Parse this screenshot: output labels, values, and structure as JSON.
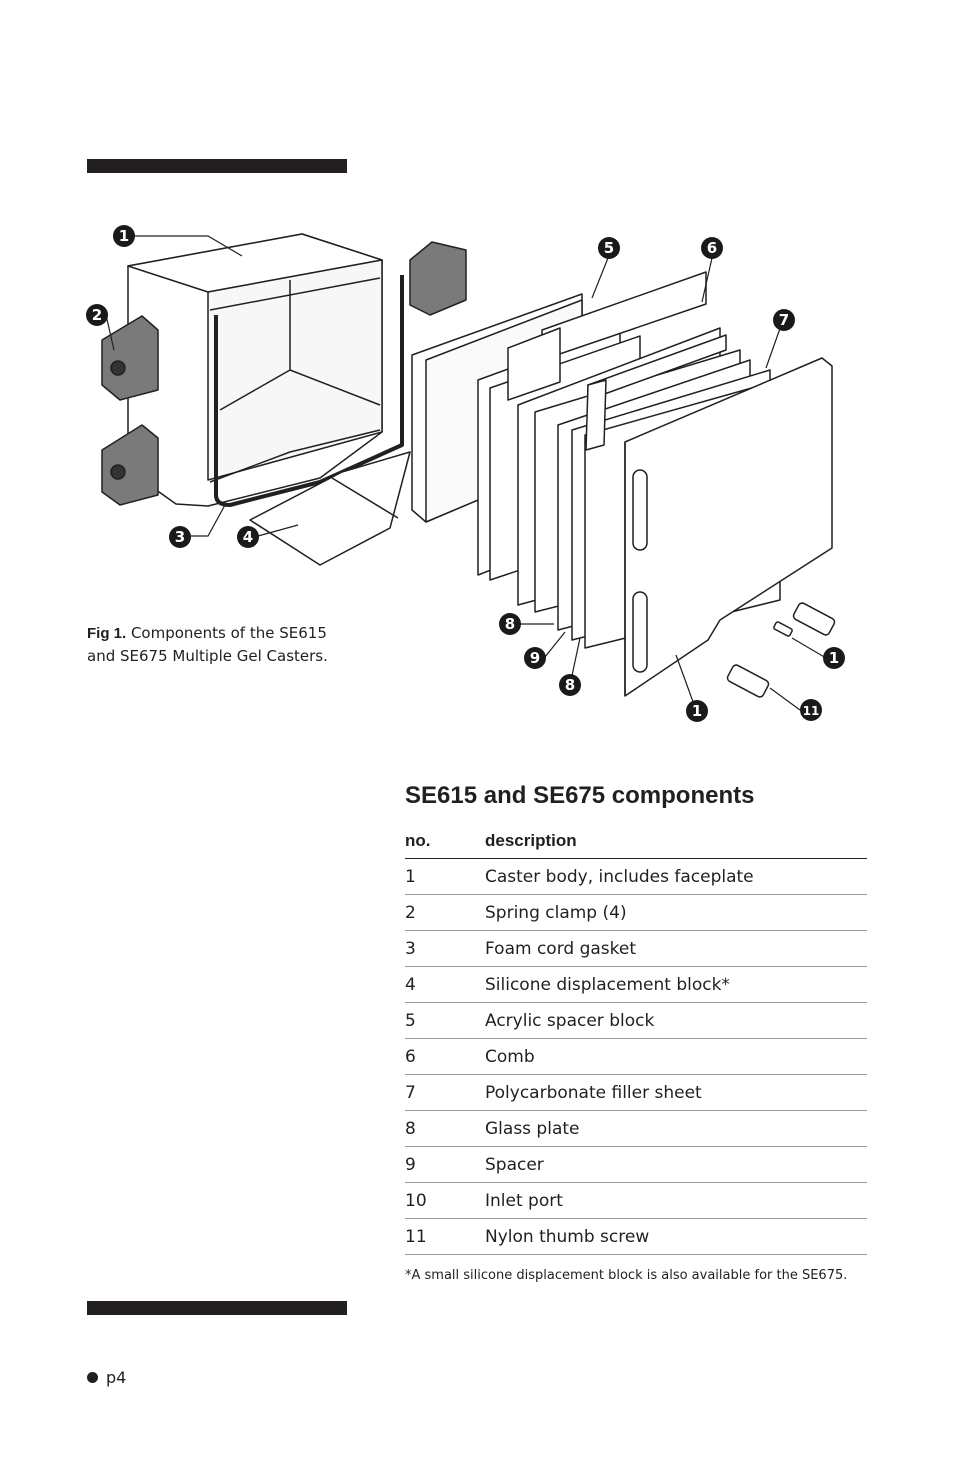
{
  "figure": {
    "callouts": [
      "1",
      "2",
      "3",
      "4",
      "5",
      "6",
      "7",
      "8",
      "9",
      "8",
      "1",
      "11",
      "1"
    ],
    "caption_label": "Fig 1.",
    "caption_text": "Components of the SE615 and SE675 Multiple Gel Casters."
  },
  "section": {
    "title": "SE615 and SE675 components"
  },
  "table": {
    "headers": {
      "no": "no.",
      "description": "description"
    },
    "rows": [
      {
        "no": "1",
        "description": "Caster body, includes faceplate"
      },
      {
        "no": "2",
        "description": "Spring clamp (4)"
      },
      {
        "no": "3",
        "description": "Foam cord gasket"
      },
      {
        "no": "4",
        "description": "Silicone displacement block*"
      },
      {
        "no": "5",
        "description": "Acrylic spacer block"
      },
      {
        "no": "6",
        "description": "Comb"
      },
      {
        "no": "7",
        "description": "Polycarbonate filler sheet"
      },
      {
        "no": "8",
        "description": "Glass plate"
      },
      {
        "no": "9",
        "description": "Spacer"
      },
      {
        "no": "10",
        "description": "Inlet port"
      },
      {
        "no": "11",
        "description": "Nylon thumb screw"
      }
    ],
    "footnote": "*A small silicone displacement block is also available for the SE675."
  },
  "page": {
    "number": "p4"
  }
}
